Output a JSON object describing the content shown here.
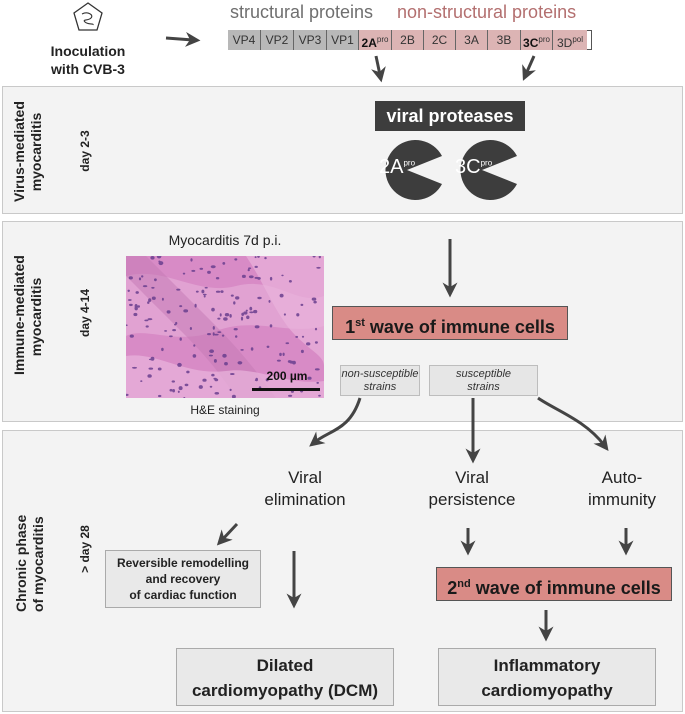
{
  "inoculation": {
    "label_line1": "Inoculation",
    "label_line2": "with CVB-3"
  },
  "genome": {
    "structural_title": "structural proteins",
    "nonstructural_title": "non-structural proteins",
    "segments": [
      {
        "name": "VP4"
      },
      {
        "name": "VP2"
      },
      {
        "name": "VP3"
      },
      {
        "name": "VP1"
      },
      {
        "name": "2A",
        "sup": "pro"
      },
      {
        "name": "2B"
      },
      {
        "name": "2C"
      },
      {
        "name": "3A"
      },
      {
        "name": "3B"
      },
      {
        "name": "3C",
        "sup": "pro"
      },
      {
        "name": "3D",
        "sup": "pol"
      }
    ]
  },
  "phase1": {
    "side_line1": "Virus-mediated",
    "side_line2": "myocarditis",
    "day": "day 2-3",
    "proteases_title": "viral proteases",
    "protease_a": "2A",
    "protease_a_sup": "pro",
    "protease_c": "3C",
    "protease_c_sup": "pro"
  },
  "phase2": {
    "side_line1": "Immune-mediated",
    "side_line2": "myocarditis",
    "day": "day 4-14",
    "histology_title": "Myocarditis 7d p.i.",
    "scale_bar": "200 µm",
    "histology_caption": "H&E staining",
    "first_wave_prefix": "1",
    "first_wave_sup": "st",
    "first_wave_rest": " wave of immune cells",
    "nonsusceptible_line1": "non-susceptible",
    "nonsusceptible_line2": "strains",
    "susceptible_line1": "susceptible",
    "susceptible_line2": "strains"
  },
  "phase3": {
    "side_line1": "Chronic phase",
    "side_line2": "of myocarditis",
    "day": "> day 28",
    "viral_elimination_line1": "Viral",
    "viral_elimination_line2": "elimination",
    "viral_persistence_line1": "Viral",
    "viral_persistence_line2": "persistence",
    "autoimmunity_line1": "Auto-",
    "autoimmunity_line2": "immunity",
    "reversible_line1": "Reversible remodelling",
    "reversible_line2": "and recovery",
    "reversible_line3": "of cardiac function",
    "second_wave_prefix": "2",
    "second_wave_sup": "nd",
    "second_wave_rest": " wave of immune cells",
    "dcm_line1": "Dilated",
    "dcm_line2": "cardiomyopathy (DCM)",
    "inflammatory_line1": "Inflammatory",
    "inflammatory_line2": "cardiomyopathy"
  },
  "colors": {
    "wave_fill": "#d98b86",
    "structural": "#b8b8b8",
    "nonstructural": "#dcb4b4",
    "protease_dark": "#3d3d3d"
  }
}
